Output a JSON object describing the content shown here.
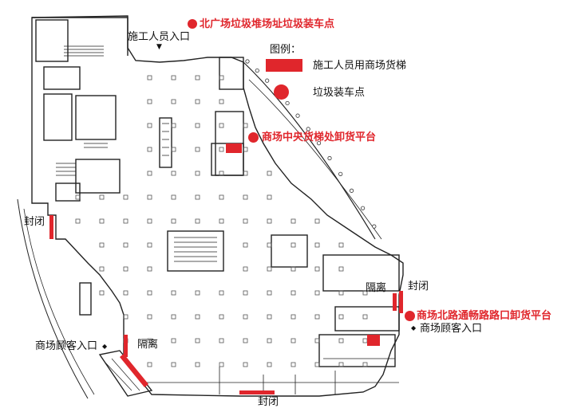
{
  "colors": {
    "accent": "#e0262c",
    "line": "#222222",
    "hatch": "#555555"
  },
  "legend": {
    "title": "图例：",
    "elevator": "施工人员用商场货梯",
    "garbage_point": "垃圾装车点"
  },
  "labels": {
    "north_garbage": "北广场垃圾堆场址垃圾装车点",
    "worker_entrance": "施工人员入口",
    "central_dock": "商场中央货梯处卸货平台",
    "north_road_dock": "商场北路通畅路路口卸货平台",
    "seal_left": "封闭",
    "seal_right": "封闭",
    "seal_bottom": "封闭",
    "isolate_right": "隔离",
    "isolate_left": "隔离",
    "customer_entrance_left": "商场顾客入口",
    "customer_entrance_right": "商场顾客入口"
  },
  "icons": {
    "arrow_down": "▼",
    "arrow_right": "◆",
    "arrow_left": "◆"
  }
}
